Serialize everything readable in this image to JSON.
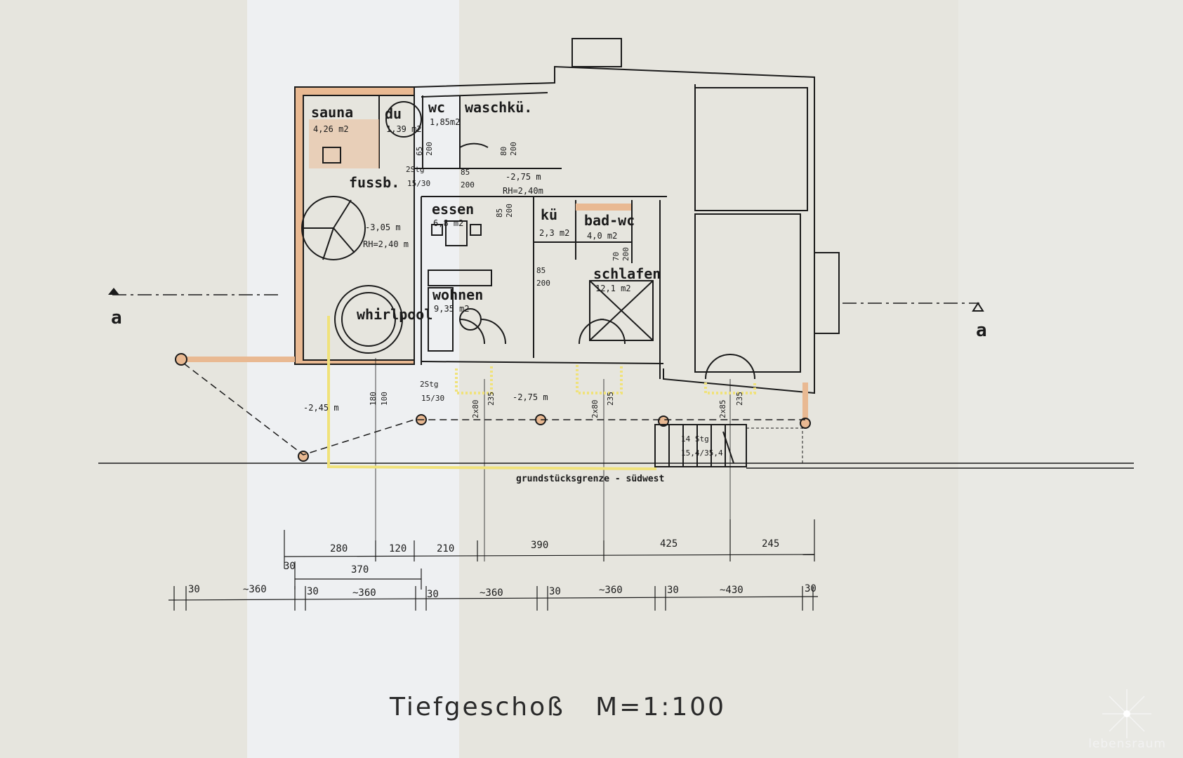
{
  "colors": {
    "paper": "#e6e5de",
    "paper_fold": "#eef0f2",
    "wall_fill": "#e9b992",
    "ink": "#1b1b1b",
    "terrace_yellow": "#f0e27a"
  },
  "rooms": {
    "sauna": {
      "name": "sauna",
      "area": "4,26 m2"
    },
    "du": {
      "name": "du",
      "area": "1,39 m2"
    },
    "wc": {
      "name": "wc",
      "area": "1,85m2"
    },
    "waschkueche": {
      "name": "waschkü."
    },
    "fussb": {
      "name": "fussb."
    },
    "essen": {
      "name": "essen",
      "area": "6,8 m2"
    },
    "kueche": {
      "name": "kü",
      "area": "2,3 m2"
    },
    "badwc": {
      "name": "bad-wc",
      "area": "4,0 m2"
    },
    "schlafen": {
      "name": "schlafen",
      "area": "12,1 m2"
    },
    "wohnen": {
      "name": "wohnen",
      "area": "9,35 m2"
    },
    "whirlpool": {
      "name": "whirlpool"
    }
  },
  "levels": {
    "l1": "-2,75 m",
    "l1_rh": "RH=2,40m",
    "l2": "-3,05 m",
    "l2_rh": "RH=2,40 m",
    "l3": "-2,45 m",
    "l4": "-2,75 m"
  },
  "stairs": {
    "s1": "2Stg",
    "s1b": "15/30",
    "s2": "2Stg",
    "s2b": "15/30",
    "s3": "14 Stg",
    "s3b": "15,4/35,4"
  },
  "doors": {
    "d1": "65",
    "d1b": "200",
    "d2": "80",
    "d2b": "200",
    "d3": "85",
    "d3b": "200",
    "d4": "85",
    "d4b": "200",
    "d5": "85",
    "d5b": "200",
    "d6": "70",
    "d6b": "200",
    "d7": "180",
    "d7b": "100",
    "d8": "2x80",
    "d8b": "235",
    "d9": "2x80",
    "d9b": "235",
    "d10": "2x85",
    "d10b": "235"
  },
  "section_mark": {
    "left": "a",
    "right": "a"
  },
  "boundary_label": "grundstücksgrenze - südwest",
  "dims": {
    "row1": [
      "280",
      "120",
      "210",
      "390",
      "425",
      "245"
    ],
    "row2": [
      "30",
      "370"
    ],
    "row3": [
      "30",
      "~360",
      "30",
      "~360",
      "30",
      "~360",
      "30",
      "~360",
      "30",
      "~430",
      "30"
    ]
  },
  "title": "Tiefgeschoß   M=1:100",
  "logo": {
    "text": "lebensraum",
    "icon": "sparkle-star-icon"
  }
}
